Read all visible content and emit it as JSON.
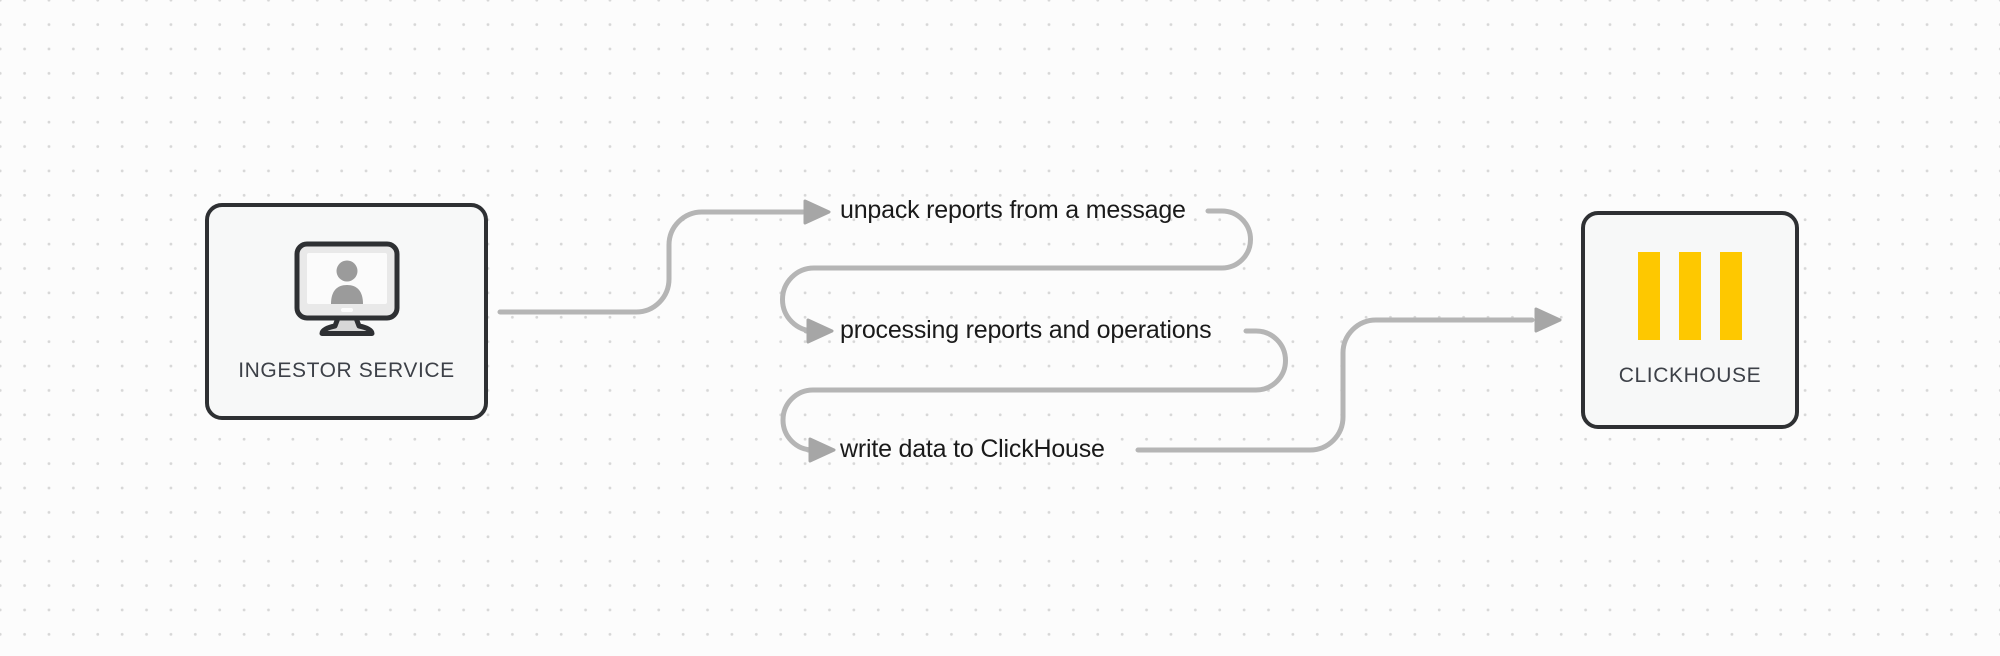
{
  "diagram": {
    "nodes": [
      {
        "id": "ingestor-service",
        "label": "INGESTOR SERVICE",
        "icon": "monitor-user-icon"
      },
      {
        "id": "clickhouse",
        "label": "CLICKHOUSE",
        "icon": "clickhouse-logo-icon"
      }
    ],
    "steps": [
      {
        "label": "unpack reports from a message"
      },
      {
        "label": "processing reports and operations"
      },
      {
        "label": "write data to ClickHouse"
      }
    ],
    "colors": {
      "background": "#fcfcfc",
      "dot_grid": "#d7d7d7",
      "connector_line": "#b5b5b5",
      "arrowhead": "#a6a6a6",
      "node_border": "#2e3033",
      "node_fill": "#f7f8f8",
      "node_label_text": "#3d4148",
      "step_label_text": "#1a1a1a",
      "clickhouse_yellow": "#fec800",
      "icon_person_gray": "#9b9b9b",
      "icon_screen_fill": "#e9e9e9"
    }
  }
}
